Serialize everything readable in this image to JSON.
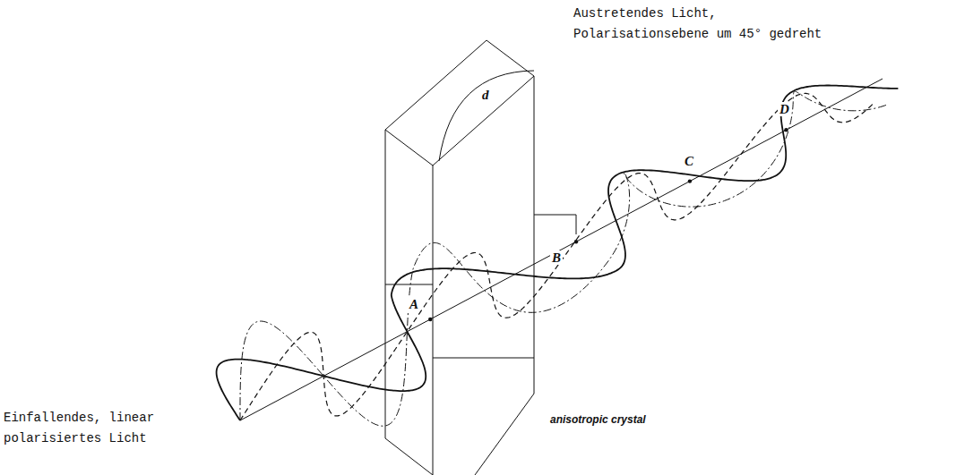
{
  "diagram": {
    "labels": [
      "Einfallendes, linear polarisiertes Licht",
      "Austretendes Licht, Polarisationsebene um 45° gedreht",
      "d",
      "A",
      "B",
      "C",
      "D",
      "anisotropic crystal"
    ]
  }
}
